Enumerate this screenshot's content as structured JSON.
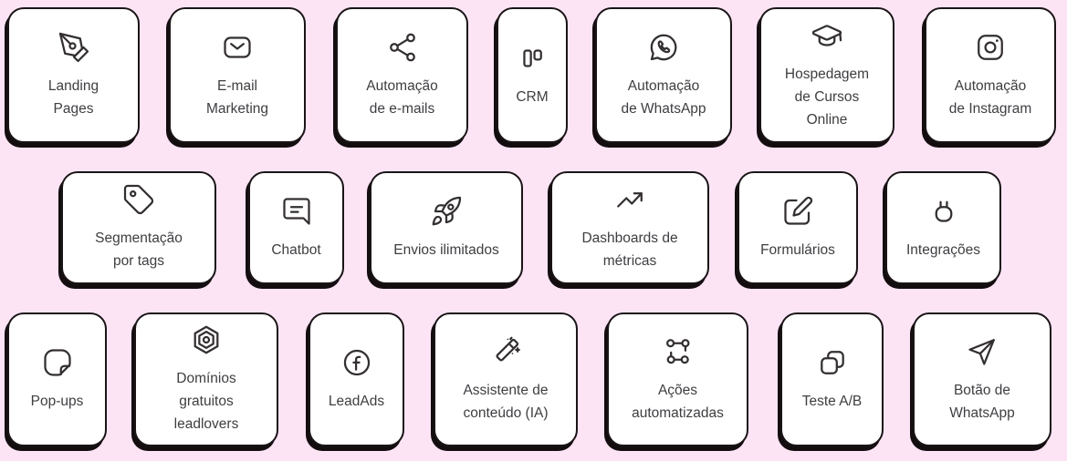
{
  "page": {
    "background_color": "#fce4f5",
    "card_background": "#ffffff",
    "card_border_color": "#1a1416",
    "card_shadow_color": "#140d10",
    "text_color": "#3f3d41",
    "icon_color": "#332f31"
  },
  "cards": [
    {
      "label": "Landing\nPages",
      "icon": "pen-tool-icon"
    },
    {
      "label": "E-mail\nMarketing",
      "icon": "mail-icon"
    },
    {
      "label": "Automação\nde e-mails",
      "icon": "share-nodes-icon"
    },
    {
      "label": "CRM",
      "icon": "kanban-icon"
    },
    {
      "label": "Automação\nde WhatsApp",
      "icon": "whatsapp-icon"
    },
    {
      "label": "Hospedagem\nde Cursos\nOnline",
      "icon": "graduation-cap-icon"
    },
    {
      "label": "Automação\nde Instagram",
      "icon": "instagram-icon"
    },
    {
      "label": "Segmentação\npor tags",
      "icon": "tag-icon"
    },
    {
      "label": "Chatbot",
      "icon": "chat-bubble-icon"
    },
    {
      "label": "Envios ilimitados",
      "icon": "rocket-icon"
    },
    {
      "label": "Dashboards de\nmétricas",
      "icon": "trending-up-icon"
    },
    {
      "label": "Formulários",
      "icon": "edit-form-icon"
    },
    {
      "label": "Integrações",
      "icon": "plug-icon"
    },
    {
      "label": "Pop-ups",
      "icon": "sticker-icon"
    },
    {
      "label": "Domínios\ngratuitos\nleadlovers",
      "icon": "hexagon-logo-icon"
    },
    {
      "label": "LeadAds",
      "icon": "facebook-circle-icon"
    },
    {
      "label": "Assistente de\nconteúdo (IA)",
      "icon": "magic-wand-icon"
    },
    {
      "label": "Ações\nautomatizadas",
      "icon": "workflow-nodes-icon"
    },
    {
      "label": "Teste A/B",
      "icon": "copy-squares-icon"
    },
    {
      "label": "Botão de\nWhatsApp",
      "icon": "send-icon"
    }
  ]
}
